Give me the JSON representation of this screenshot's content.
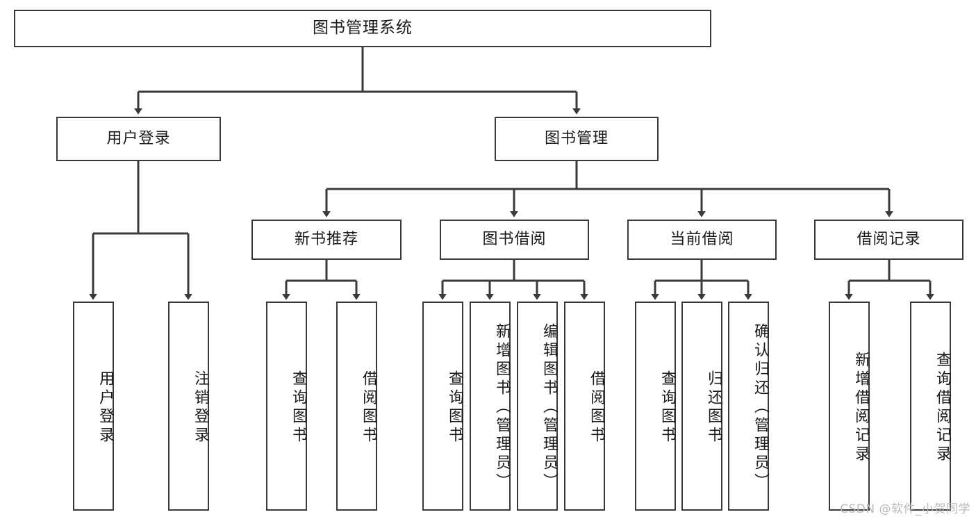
{
  "diagram": {
    "type": "tree",
    "title": "图书管理系统",
    "root": {
      "label": "图书管理系统"
    },
    "level2": [
      {
        "label": "用户登录"
      },
      {
        "label": "图书管理"
      }
    ],
    "level3": [
      {
        "label": "新书推荐"
      },
      {
        "label": "图书借阅"
      },
      {
        "label": "当前借阅"
      },
      {
        "label": "借阅记录"
      }
    ],
    "leaves_user_login": [
      {
        "label": "用户登录"
      },
      {
        "label": "注销登录"
      }
    ],
    "leaves_new_book": [
      {
        "label": "查询图书"
      },
      {
        "label": "借阅图书"
      }
    ],
    "leaves_borrow": [
      {
        "label": "查询图书"
      },
      {
        "label": "新增图书（管理员）"
      },
      {
        "label": "编辑图书（管理员）"
      },
      {
        "label": "借阅图书"
      }
    ],
    "leaves_current": [
      {
        "label": "查询图书"
      },
      {
        "label": "归还图书"
      },
      {
        "label": "确认归还（管理员）"
      }
    ],
    "leaves_record": [
      {
        "label": "新增借阅记录"
      },
      {
        "label": "查询借阅记录"
      }
    ],
    "colors": {
      "box_border": "#3a3a3a",
      "box_fill": "#ffffff",
      "text": "#1a1a1a",
      "wire": "#3a3a3a",
      "watermark": "#b9b9b9"
    }
  },
  "watermark": {
    "text": "CSDN @软件_小贺同学"
  }
}
